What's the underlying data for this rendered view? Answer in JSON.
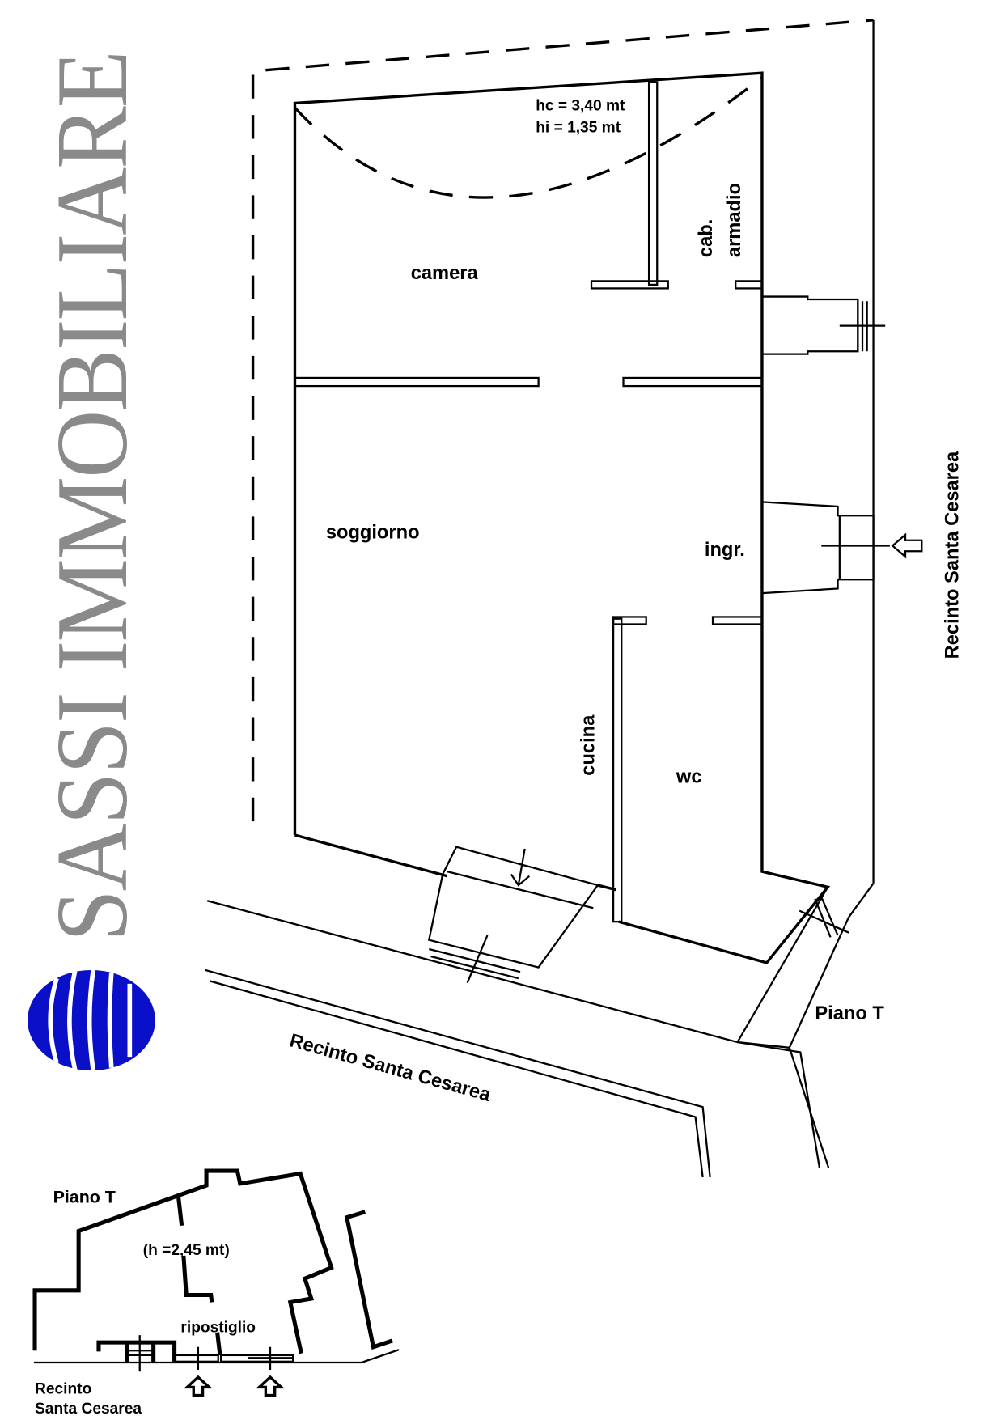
{
  "logo": {
    "brand": "SASSI IMMOBILIARE",
    "text_color": "#8a8a8a",
    "sphere_color": "#0a10c8"
  },
  "main_plan": {
    "heights": {
      "hc": "hc = 3,40 mt",
      "hi": "hi  = 1,35 mt"
    },
    "rooms": {
      "camera": "camera",
      "cabina": "cab.",
      "armadio": "armadio",
      "soggiorno": "soggiorno",
      "ingresso": "ingr.",
      "cucina": "cucina",
      "wc": "wc"
    },
    "street_right": "Recinto  Santa  Cesarea",
    "street_bottom": "Recinto  Santa  Cesarea",
    "floor": "Piano  T"
  },
  "inset_plan": {
    "floor": "Piano  T",
    "height": "(h =2,45 mt)",
    "room": "ripostiglio",
    "street_line1": "Recinto",
    "street_line2": "Santa  Cesarea"
  }
}
